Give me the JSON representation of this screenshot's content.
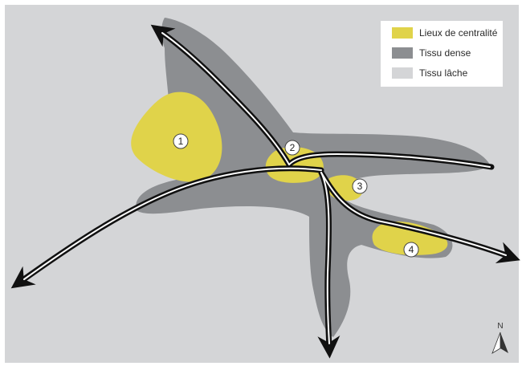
{
  "legend": {
    "items": [
      {
        "label": "Lieux de centralité",
        "color": "#e0d34a"
      },
      {
        "label": "Tissu dense",
        "color": "#8c8e91"
      },
      {
        "label": "Tissu lâche",
        "color": "#d4d5d7"
      }
    ]
  },
  "centrality_points": [
    {
      "label": "1"
    },
    {
      "label": "2"
    },
    {
      "label": "3"
    },
    {
      "label": "4"
    }
  ],
  "north": {
    "label": "N",
    "icon": "north-arrow-icon"
  },
  "colors": {
    "background": "#d4d5d7",
    "dense": "#8c8e91",
    "centrality": "#e0d34a",
    "road_outer": "#111111",
    "road_inner": "#ffffff"
  }
}
